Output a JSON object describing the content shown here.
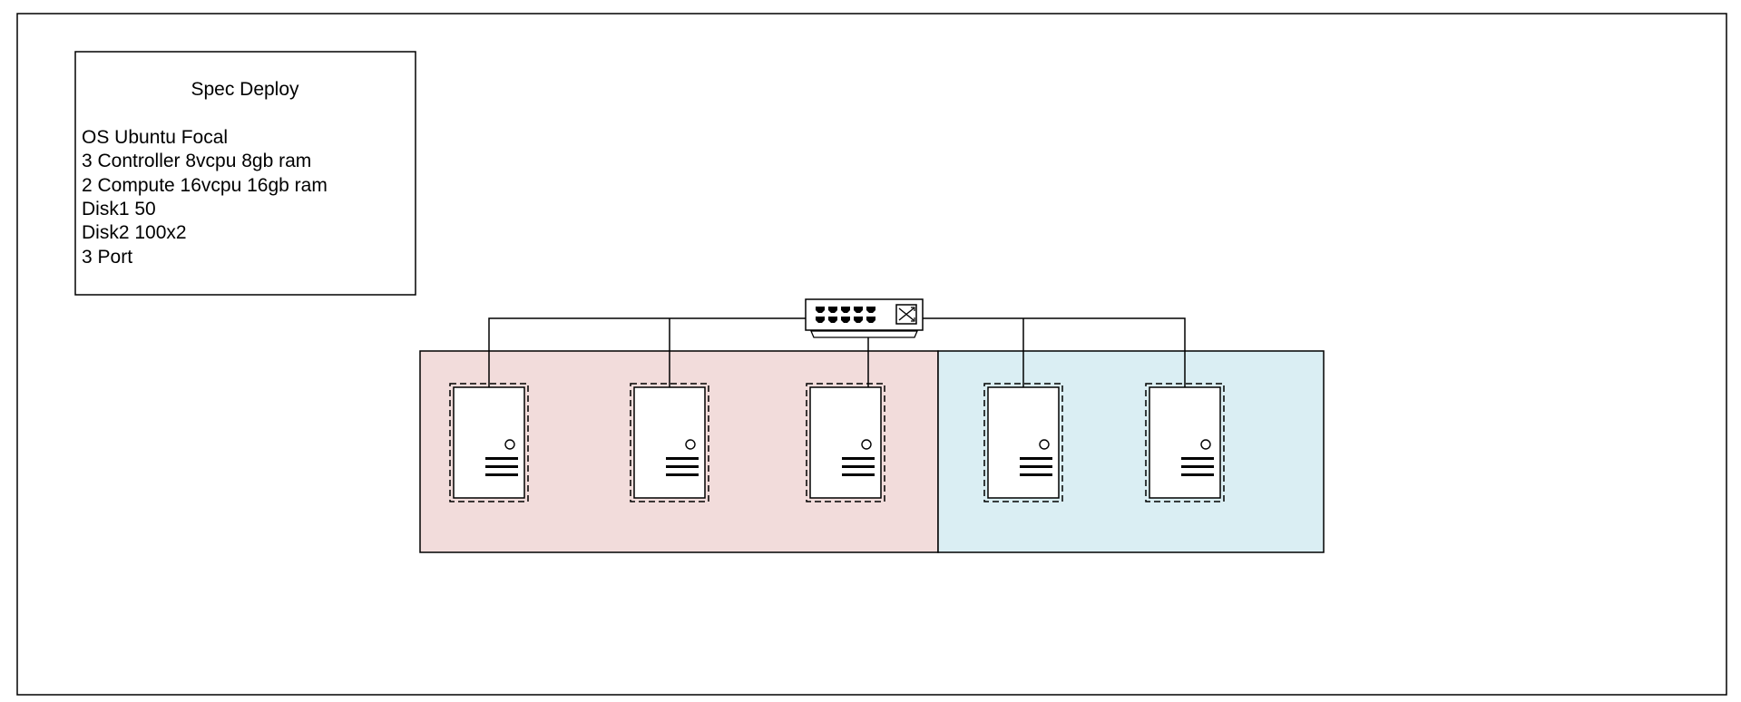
{
  "spec_box": {
    "title": "Spec Deploy",
    "lines": [
      "OS Ubuntu Focal",
      "3 Controller 8vcpu 8gb ram",
      "2 Compute 16vcpu 16gb ram",
      "Disk1 50",
      "Disk2 100x2",
      "3 Port"
    ]
  },
  "network_switch": {
    "icon": "network-switch-icon",
    "port_count": 10
  },
  "zones": [
    {
      "id": "controller",
      "fill": "#f2dcdb",
      "server_count": 3
    },
    {
      "id": "compute",
      "fill": "#daeef3",
      "server_count": 2
    }
  ],
  "servers": [
    {
      "zone": "controller",
      "icon": "server-tower-icon"
    },
    {
      "zone": "controller",
      "icon": "server-tower-icon"
    },
    {
      "zone": "controller",
      "icon": "server-tower-icon"
    },
    {
      "zone": "compute",
      "icon": "server-tower-icon"
    },
    {
      "zone": "compute",
      "icon": "server-tower-icon"
    }
  ],
  "colors": {
    "line": "#000000",
    "controller_zone": "#f2dcdb",
    "compute_zone": "#daeef3",
    "background": "#ffffff"
  }
}
